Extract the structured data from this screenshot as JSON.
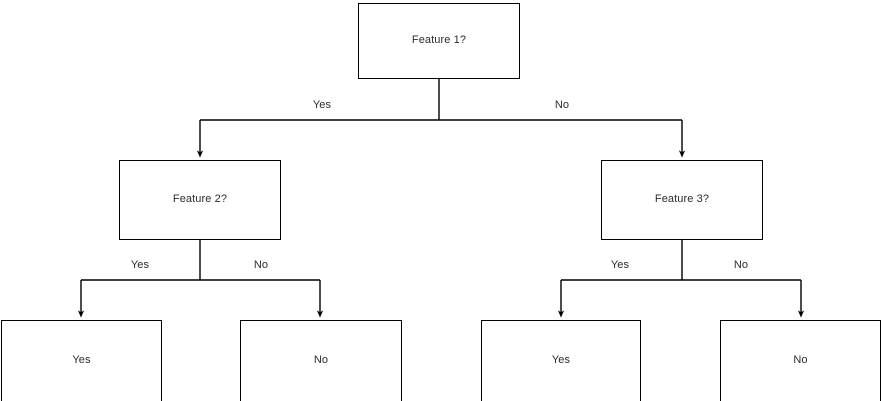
{
  "diagram": {
    "type": "decision-tree",
    "background_color": "#ffffff",
    "line_color": "#000000",
    "text_color": "#2b2b2b",
    "nodes": [
      {
        "id": "root",
        "label": "Feature 1?",
        "level": 0
      },
      {
        "id": "f2",
        "label": "Feature 2?",
        "level": 1
      },
      {
        "id": "f3",
        "label": "Feature 3?",
        "level": 1
      },
      {
        "id": "leaf-0",
        "label": "Yes",
        "level": 2
      },
      {
        "id": "leaf-1",
        "label": "No",
        "level": 2
      },
      {
        "id": "leaf-2",
        "label": "Yes",
        "level": 2
      },
      {
        "id": "leaf-3",
        "label": "No",
        "level": 2
      }
    ],
    "edges": [
      {
        "from": "root",
        "to": "f2",
        "label": "Yes"
      },
      {
        "from": "root",
        "to": "f3",
        "label": "No"
      },
      {
        "from": "f2",
        "to": "leaf-0",
        "label": "Yes"
      },
      {
        "from": "f2",
        "to": "leaf-1",
        "label": "No"
      },
      {
        "from": "f3",
        "to": "leaf-2",
        "label": "Yes"
      },
      {
        "from": "f3",
        "to": "leaf-3",
        "label": "No"
      }
    ],
    "edge_labels": {
      "root_yes": "Yes",
      "root_no": "No",
      "f2_yes": "Yes",
      "f2_no": "No",
      "f3_yes": "Yes",
      "f3_no": "No"
    }
  }
}
